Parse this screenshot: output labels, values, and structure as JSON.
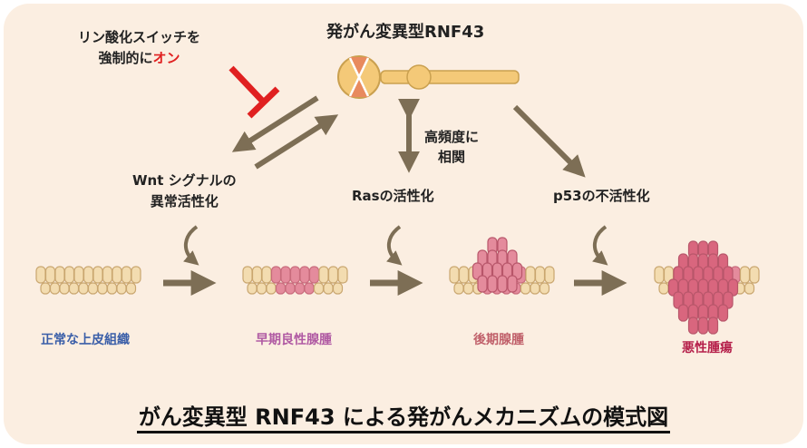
{
  "header": {
    "mutant": "発がん変異型RNF43"
  },
  "annotations": {
    "phospho_line1": "リン酸化スイッチを",
    "phospho_line2_prefix": "強制的に",
    "phospho_line2_emph": "オン",
    "correlation_line1": "高頻度に",
    "correlation_line2": "相関"
  },
  "signals": {
    "wnt_line1": "Wnt シグナルの",
    "wnt_line2": "異常活性化",
    "ras": "Rasの活性化",
    "p53": "p53の不活性化"
  },
  "stages": [
    {
      "label": "正常な上皮組織",
      "color": "#3a5ea8"
    },
    {
      "label": "早期良性腺腫",
      "color": "#b05aa3"
    },
    {
      "label": "後期腺腫",
      "color": "#c0606a"
    },
    {
      "label": "悪性腫瘍",
      "color": "#b51f4a"
    }
  ],
  "colors": {
    "background": "#fbeee1",
    "arrow": "#7d6e55",
    "inhibit": "#e02020",
    "cell_normal": "#f3dcb0",
    "cell_tumor": "#e48b9c",
    "protein": "#f4c978"
  },
  "footer": {
    "title": "がん変異型 RNF43 による発がんメカニズムの模式図"
  }
}
